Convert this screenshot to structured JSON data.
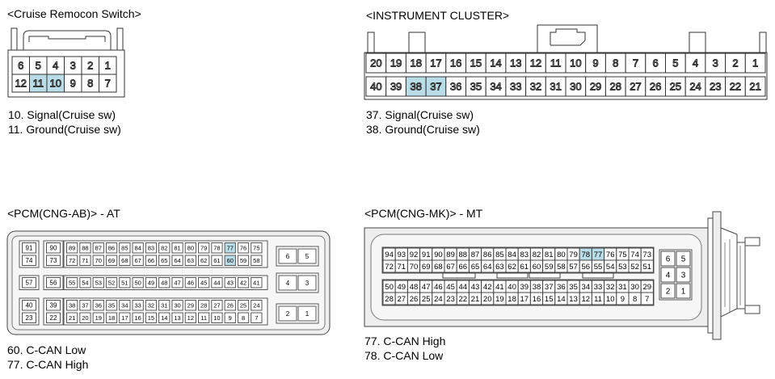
{
  "colors": {
    "highlight": "#b9dde6",
    "body_fill": "#eeeeee",
    "line": "#333333"
  },
  "cruise": {
    "title": "<Cruise Remocon Switch>",
    "row1": [
      "6",
      "5",
      "4",
      "3",
      "2",
      "1"
    ],
    "row2": [
      "12",
      "11",
      "10",
      "9",
      "8",
      "7"
    ],
    "highlighted": [
      "10",
      "11"
    ],
    "notes": [
      "10. Signal(Cruise sw)",
      "11. Ground(Cruise sw)"
    ]
  },
  "cluster": {
    "title": "<INSTRUMENT CLUSTER>",
    "row1": [
      "20",
      "19",
      "18",
      "17",
      "16",
      "15",
      "14",
      "13",
      "12",
      "11",
      "10",
      "9",
      "8",
      "7",
      "6",
      "5",
      "4",
      "3",
      "2",
      "1"
    ],
    "row2": [
      "40",
      "39",
      "38",
      "37",
      "36",
      "35",
      "34",
      "33",
      "32",
      "31",
      "30",
      "29",
      "28",
      "27",
      "26",
      "25",
      "24",
      "23",
      "22",
      "21"
    ],
    "highlighted": [
      "37",
      "38"
    ],
    "notes": [
      "37. Signal(Cruise sw)",
      "38. Ground(Cruise sw)"
    ]
  },
  "pcm_ab": {
    "title": "<PCM(CNG-AB)> - AT",
    "g1": {
      "a": [
        [
          "91"
        ],
        [
          "74"
        ]
      ],
      "b": [
        [
          "90"
        ],
        [
          "73"
        ]
      ],
      "c": [
        [
          "89",
          "88",
          "87",
          "86",
          "85",
          "84",
          "83",
          "82",
          "81",
          "80",
          "79",
          "78",
          "77",
          "76",
          "75"
        ],
        [
          "72",
          "71",
          "70",
          "69",
          "68",
          "67",
          "66",
          "65",
          "64",
          "63",
          "62",
          "61",
          "60",
          "59",
          "58"
        ]
      ],
      "d": [
        [
          "6",
          "5"
        ]
      ]
    },
    "g2": {
      "a": [
        [
          "57"
        ]
      ],
      "b": [
        [
          "56"
        ]
      ],
      "c": [
        [
          "55",
          "54",
          "53",
          "52",
          "51",
          "50",
          "49",
          "48",
          "47",
          "46",
          "45",
          "44",
          "43",
          "42",
          "41"
        ]
      ],
      "d": [
        [
          "4",
          "3"
        ]
      ]
    },
    "g3": {
      "a": [
        [
          "40"
        ],
        [
          "23"
        ]
      ],
      "b": [
        [
          "39"
        ],
        [
          "22"
        ]
      ],
      "c": [
        [
          "38",
          "37",
          "36",
          "35",
          "34",
          "33",
          "32",
          "31",
          "30",
          "29",
          "28",
          "27",
          "26",
          "25",
          "24"
        ],
        [
          "21",
          "20",
          "19",
          "18",
          "17",
          "16",
          "15",
          "14",
          "13",
          "12",
          "11",
          "10",
          "9",
          "8",
          "7"
        ]
      ],
      "d": [
        [
          "2",
          "1"
        ]
      ]
    },
    "highlighted": [
      "60",
      "77"
    ],
    "notes": [
      "60. C-CAN Low",
      "77. C-CAN High"
    ]
  },
  "pcm_mk": {
    "title": "<PCM(CNG-MK)> - MT",
    "top": [
      [
        "94",
        "93",
        "92",
        "91",
        "90",
        "89",
        "88",
        "87",
        "86",
        "85",
        "84",
        "83",
        "82",
        "81",
        "80",
        "79",
        "78",
        "77",
        "76",
        "75",
        "74",
        "73"
      ],
      [
        "72",
        "71",
        "70",
        "69",
        "68",
        "67",
        "66",
        "65",
        "64",
        "63",
        "62",
        "61",
        "60",
        "59",
        "58",
        "57",
        "56",
        "55",
        "54",
        "53",
        "52",
        "51"
      ]
    ],
    "bottom": [
      [
        "50",
        "49",
        "48",
        "47",
        "46",
        "45",
        "44",
        "43",
        "42",
        "41",
        "40",
        "39",
        "38",
        "37",
        "36",
        "35",
        "34",
        "33",
        "32",
        "31",
        "30",
        "29"
      ],
      [
        "28",
        "27",
        "26",
        "25",
        "24",
        "23",
        "22",
        "21",
        "20",
        "19",
        "18",
        "17",
        "16",
        "15",
        "14",
        "13",
        "12",
        "11",
        "10",
        "9",
        "8",
        "7"
      ]
    ],
    "side": [
      [
        "6",
        "5"
      ],
      [
        "4",
        "3"
      ],
      [
        "2",
        "1"
      ]
    ],
    "highlighted": [
      "77",
      "78"
    ],
    "notes": [
      "77. C-CAN High",
      "78. C-CAN Low"
    ]
  }
}
